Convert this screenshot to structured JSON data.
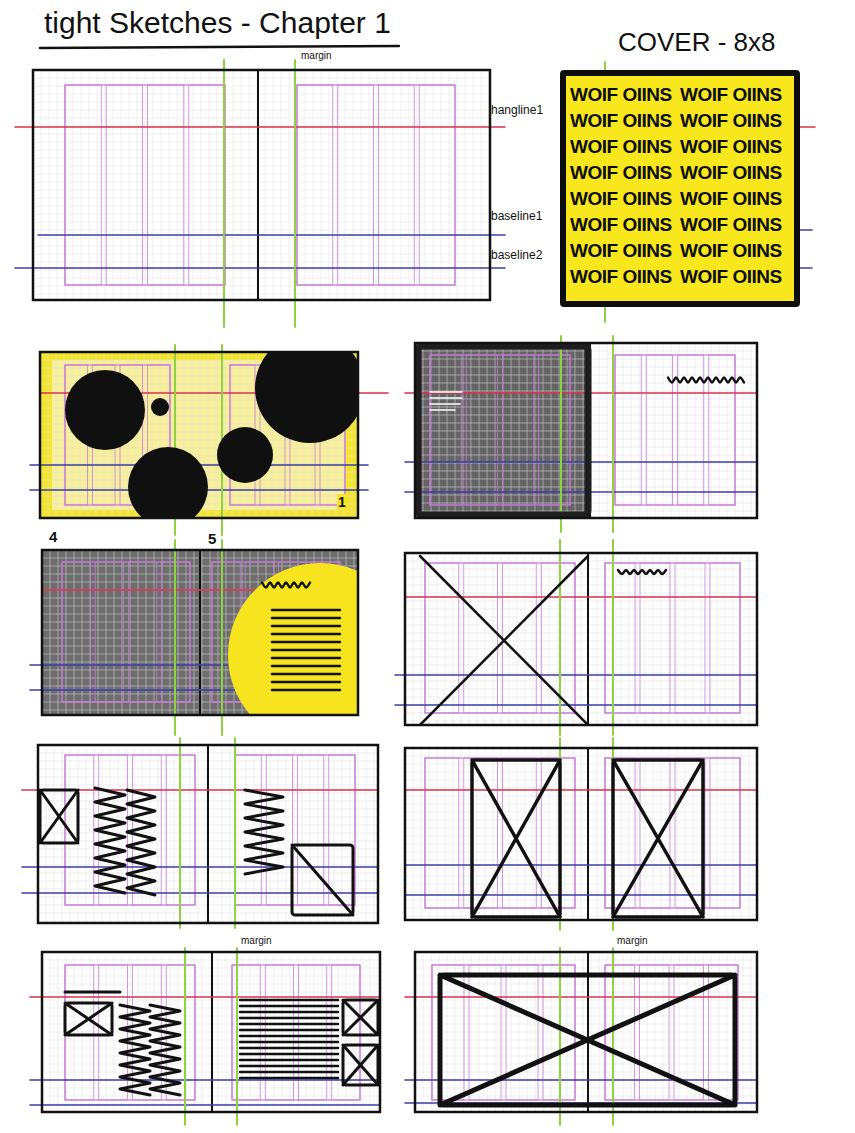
{
  "diagram": {
    "title": "tight Sketches - Chapter 1",
    "nodes": [
      {
        "text": [
          "COVER - 8x8",
          "WOIF OIINS",
          "WOIF OIINS",
          "WOIF OIINS",
          "WOIF OIINS",
          "WOIF OIINS",
          "WOIF OIINS",
          "WOIF OIINS",
          "WOIF OIINS",
          "WOIF OIINS",
          "WOIF OIINS",
          "WOIF OIINS",
          "WOIF OIINS",
          "WOIF OIINS",
          "WOIF OIINS",
          "WOIF OIINS",
          "WOIF OIINS"
        ]
      }
    ],
    "labels": [
      "margin",
      "hangline1",
      "baseline1",
      "baseline2",
      "1",
      "4",
      "5",
      "margin",
      "margin"
    ]
  }
}
